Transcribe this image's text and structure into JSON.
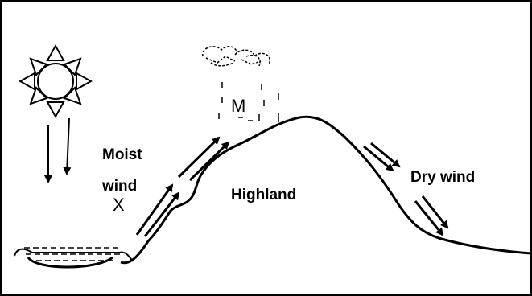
{
  "labels": {
    "moist_line1": "Moist",
    "moist_line2": "wind",
    "highland": "Highland",
    "dry_wind": "Dry wind",
    "point_x": "X",
    "point_m": "M"
  },
  "icons": [
    "sun-icon",
    "cloud-icon"
  ],
  "colors": {
    "ink": "#000000",
    "background": "#ffffff"
  }
}
